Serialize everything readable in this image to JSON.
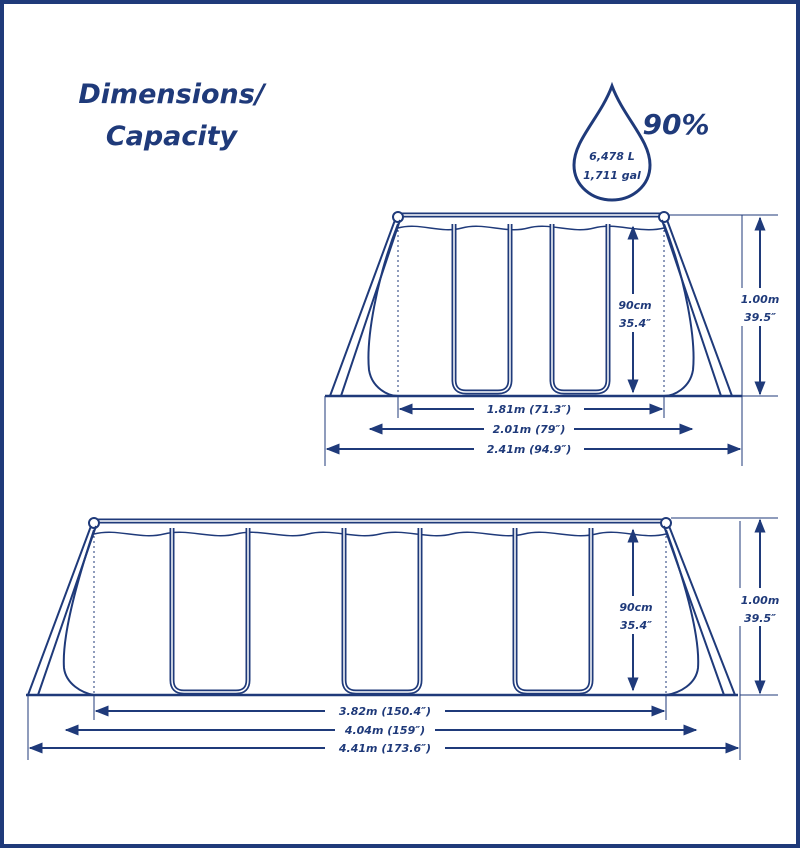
{
  "title": {
    "line1": "Dimensions/",
    "line2": "Capacity"
  },
  "capacity": {
    "percent": "90%",
    "liters": "6,478 L",
    "gallons": "1,711 gal"
  },
  "end_view": {
    "water_depth": {
      "metric": "90cm",
      "imperial": "35.4″"
    },
    "height": {
      "metric": "1.00m",
      "imperial": "39.5″"
    },
    "widths": [
      "1.81m (71.3″)",
      "2.01m (79″)",
      "2.41m (94.9″)"
    ]
  },
  "side_view": {
    "water_depth": {
      "metric": "90cm",
      "imperial": "35.4″"
    },
    "height": {
      "metric": "1.00m",
      "imperial": "39.5″"
    },
    "lengths": [
      "3.82m (150.4″)",
      "4.04m (159″)",
      "4.41m (173.6″)"
    ]
  },
  "colors": {
    "primary": "#1f3a7a"
  }
}
